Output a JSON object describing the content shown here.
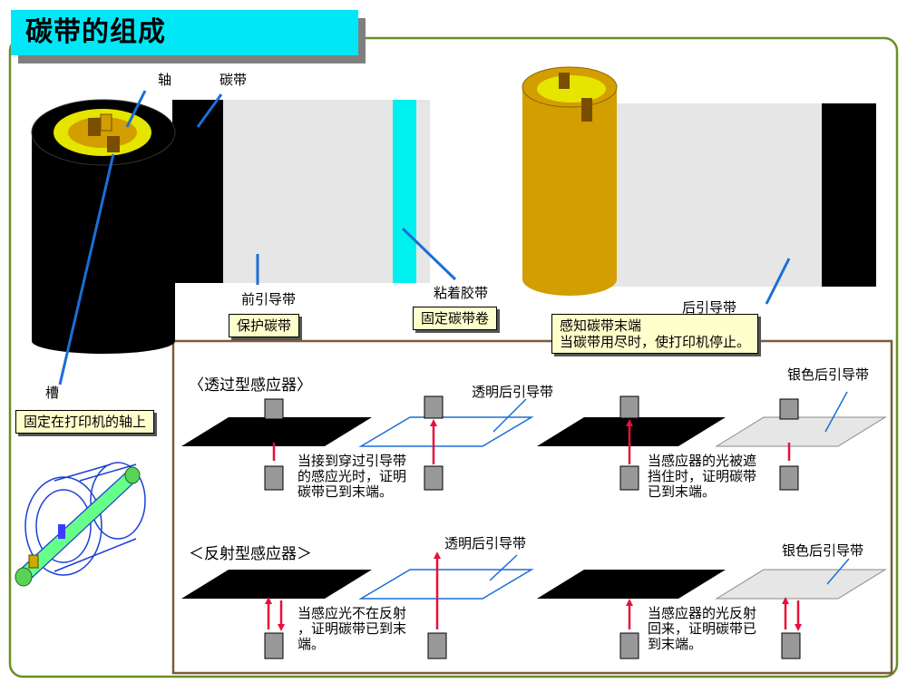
{
  "title": "碳带的组成",
  "labels": {
    "axis": "轴",
    "ribbon": "碳带",
    "leader": "前引导带",
    "tape": "粘着胶带",
    "trailer": "后引导带",
    "slot": "槽"
  },
  "boxes": {
    "protect": "保护碳带",
    "fix_roll": "固定碳带卷",
    "detect_end_line1": "感知碳带末端",
    "detect_end_line2": "当碳带用尽时，使打印机停止。",
    "fix_axis": "固定在打印机的轴上"
  },
  "sensors": {
    "transmissive_title": "〈透过型感应器〉",
    "reflective_title": "＜反射型感应器＞",
    "clear_trailer_1": "透明后引导带",
    "silver_trailer_1": "银色后引导带",
    "clear_trailer_2": "透明后引导带",
    "silver_trailer_2": "银色后引导带",
    "note_tl": [
      "当接到穿过引导带",
      "的感应光时，证明",
      "碳带已到末端。"
    ],
    "note_tr": [
      "当感应器的光被遮",
      "挡住时，证明碳带",
      "已到末端。"
    ],
    "note_bl": [
      "当感应光不在反射",
      "，证明碳带已到末",
      "端。"
    ],
    "note_br": [
      "当感应器的光反射",
      "回来，证明碳带已",
      "到末端。"
    ]
  },
  "colors": {
    "title_bg": "#00e8f8",
    "frame": "#6b8e23",
    "panel_border": "#7a5c3a",
    "box_bg": "#ffffcc",
    "gold": "#d29e00",
    "arrow": "#e8103a",
    "cyan_tape": "#00f0f0",
    "ribbon_light": "#e6e6e6"
  }
}
